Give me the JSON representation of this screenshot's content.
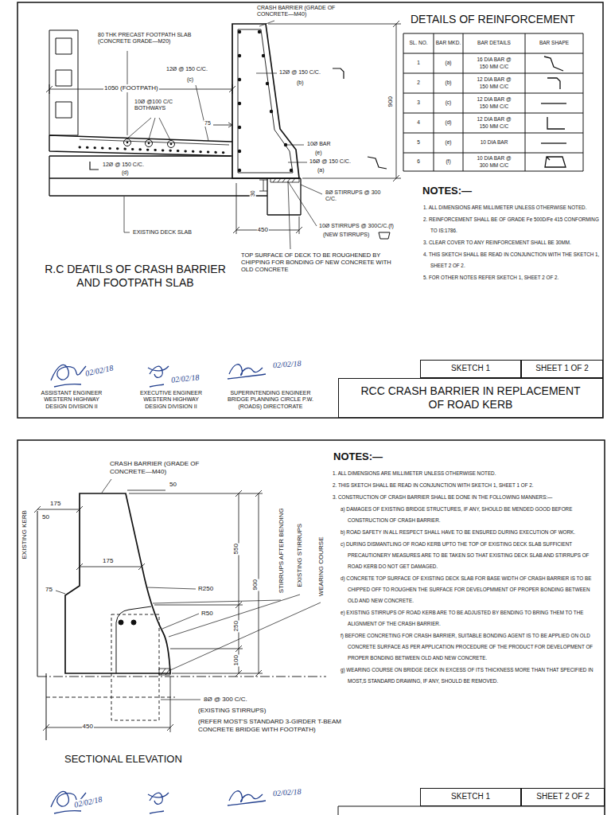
{
  "diagram": {
    "nodes": [
      {
        "text": [
          "SKETCH 1"
        ]
      },
      {
        "text": [
          "SHEET 1 OF 2"
        ]
      },
      {
        "text": [
          "RCC CRASH BARRIER IN REPLACEMENT OF ROAD KERB"
        ]
      },
      {
        "text": [
          "SKETCH 1"
        ]
      },
      {
        "text": [
          "SHEET 2 OF 2"
        ]
      }
    ],
    "labels": [
      "80 THK PRECAST FOOTPATH SLAB (CONCRETE GRADE—M20)",
      "CRASH BARRIER (GRADE OF CONCRETE—M40)",
      "12Ø @ 150 C/C.",
      "(c)",
      "12Ø @ 150 C/C.",
      "(b)",
      "1050 (FOOTPATH)",
      "10Ø @100 C/C BOTHWAYS",
      "75",
      "900",
      "10Ø BAR",
      "(e)",
      "16Ø @ 150 C/C.",
      "(a)",
      "12Ø @ 150 C/C.",
      "(d)",
      "30",
      "8Ø STIRRUPS @ 300 C/C.",
      "10Ø STIRRUPS @ 300C/C.(f)",
      "(NEW STIRRUPS)",
      "450",
      "EXISTING DECK SLAB",
      "TOP SURFACE OF DECK TO BE ROUGHENED BY CHIPPING FOR BONDING OF NEW CONCRETE WITH OLD CONCRETE",
      "R.C DEATILS OF CRASH BARRIER AND FOOTPATH SLAB",
      "DETAILS OF REINFORCEMENT",
      "SL. NO.",
      "BAR MKD.",
      "BAR DETAILS",
      "BAR SHAPE",
      "1",
      "(a)",
      "16 DIA BAR @ 150 MM C/C",
      "2",
      "(b)",
      "12 DIA BAR @ 150 MM C/C",
      "3",
      "(c)",
      "12 DIA BAR @ 150 MM C/C",
      "4",
      "(d)",
      "12 DIA BAR @ 150 MM C/C",
      "5",
      "(e)",
      "10 DIA BAR",
      "6",
      "(f)",
      "10 DIA BAR @ 300 MM C/C",
      "NOTES:—",
      "1. ALL DIMENSIONS ARE MILLIMETER UNLESS OTHERWISE NOTED.",
      "2. REINFORCEMENT SHALL BE OF GRADE Fe 500D/Fe 415 CONFORMING TO IS:1786.",
      "3. CLEAR COVER TO ANY REINFORCEMENT SHALL BE 30MM.",
      "4. THIS SKETCH SHALL BE READ IN CONJUNCTION WITH THE SKETCH 1, SHEET 2 OF 2.",
      "5. FOR OTHER NOTES REFER SKETCH 1, SHEET 2 OF 2.",
      "ASSISTANT ENGINEER WESTERN HIGHWAY DESIGN DIVISION II",
      "EXECUTIVE ENGINEER WESTERN HIGHWAY DESIGN DIVISION II",
      "SUPERINTENDING ENGINEER BRIDGE PLANNING CIRCLE P.W.(ROADS) DIRECTORATE",
      "02/02/18",
      "02/02/18",
      "02/02/18",
      "CRASH BARRIER (GRADE OF CONCRETE—M40)",
      "50",
      "175",
      "50",
      "EXISTING KERB",
      "175",
      "R250",
      "75",
      "R50",
      "550",
      "900",
      "250",
      "100",
      "STIRRUPS AFTER BENDING",
      "EXISTING STIRRUPS",
      "WEARING COURSE",
      "8Ø @ 300 C/C.",
      "(EXISTING STIRRUPS)",
      "(REFER MOST'S STANDARD 3-GIRDER T-BEAM CONCRETE BRIDGE WITH FOOTPATH)",
      "450",
      "SECTIONAL ELEVATION",
      "NOTES:—",
      "1. ALL DIMENSIONS ARE MILLIMETER UNLESS OTHERWISE NOTED.",
      "2. THIS SKETCH SHALL BE READ IN CONJUNCTION WITH SKETCH 1, SHEET 1 OF 2.",
      "3. CONSTRUCTION OF CRASH BARRIER SHALL BE DONE IN THE FOLLOWING MANNERS:—",
      "a) DAMAGES OF EXISTING BRIDGE STRUCTURES, IF ANY, SHOULD BE MENDED GOOD BEFORE CONSTRUCTION OF CRASH BARRIER.",
      "b) ROAD SAFETY IN ALL RESPECT SHALL HAVE TO BE ENSURED DURING EXECUTION OF WORK.",
      "c) DURING DISMANTLING OF ROAD KERB UPTO THE TOP OF EXISTING DECK SLAB SUFFICIENT PRECAUTIONERY MEASURES ARE TO BE TAKEN SO THAT EXISTING DECK SLAB AND STIRRUPS OF ROAD KERB DO NOT GET DAMAGED.",
      "d) CONCRETE TOP SURFACE OF EXISTING DECK SLAB FOR BASE WIDTH OF CRASH BARRIER IS TO BE CHIPPED OFF TO ROUGHEN THE SURFACE FOR DEVELOPMMENT OF PROPER BONDING BETWEEN OLD AND NEW CONCRETE.",
      "e) EXISTING STIRRUPS OF ROAD KERB ARE TO BE ADJUSTED BY BENDING TO BRING THEM TO THE ALIGNMENT OF THE CRASH BARRIER.",
      "f) BEFORE CONCRETING FOR CRASH BARRIER, SUITABLE BONDING AGENT IS TO BE APPLIED ON OLD CONCRETE SURFACE AS PER APPLICATION PROCEDURE OF THE PRODUCT FOR DEVELOPMENT OF PROPER BONDING BETWEEN OLD AND NEW CONCRETE.",
      "g) WEARING COURSE ON BRIDGE DECK IN EXCESS OF ITS THICKNESS MORE THAN THAT SPECIFIED IN MOST,S STANDARD DRAWING, IF ANY, SHOULD BE REMOVED.",
      "02/02/18",
      "02/02/18"
    ]
  }
}
